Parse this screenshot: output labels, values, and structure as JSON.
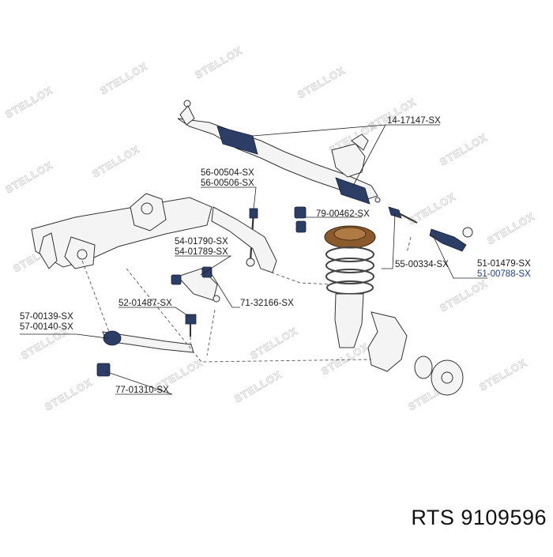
{
  "watermark": "STELLOX",
  "callouts": [
    {
      "id": "c1",
      "lines": [
        "14-17147-SX"
      ],
      "highlight": false
    },
    {
      "id": "c2",
      "lines": [
        "56-00504-SX",
        "56-00506-SX"
      ],
      "highlight": false
    },
    {
      "id": "c3",
      "lines": [
        "79-00462-SX"
      ],
      "highlight": false
    },
    {
      "id": "c4",
      "lines": [
        "54-01790-SX",
        "54-01789-SX"
      ],
      "highlight": false
    },
    {
      "id": "c5",
      "lines": [
        "55-00334-SX"
      ],
      "highlight": false
    },
    {
      "id": "c6",
      "lines": [
        "51-01479-SX",
        "51-00788-SX"
      ],
      "highlight": true
    },
    {
      "id": "c7",
      "lines": [
        "52-01487-SX"
      ],
      "highlight": false
    },
    {
      "id": "c8",
      "lines": [
        "71-32166-SX"
      ],
      "highlight": false
    },
    {
      "id": "c9",
      "lines": [
        "57-00139-SX",
        "57-00140-SX"
      ],
      "highlight": false
    },
    {
      "id": "c10",
      "lines": [
        "77-01310-SX"
      ],
      "highlight": false
    }
  ],
  "footer": {
    "brand": "RTS",
    "part_number": "9109596"
  }
}
